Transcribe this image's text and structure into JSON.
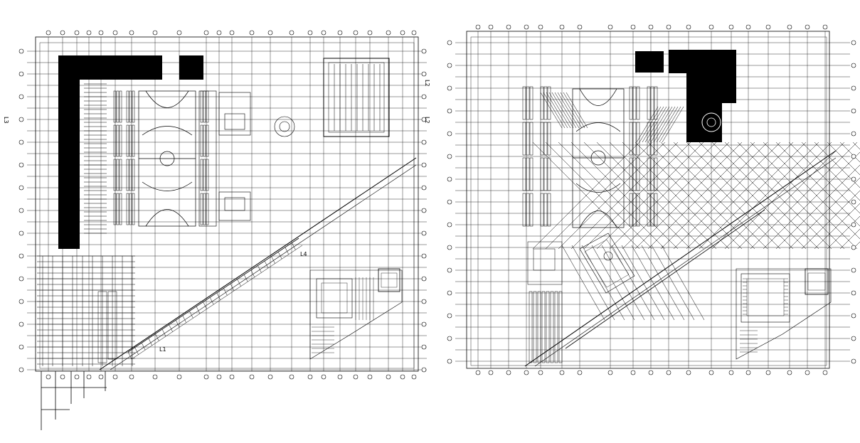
{
  "drawing": {
    "left_plan": {
      "labels": [
        "L1",
        "L4",
        "L2",
        "L2",
        "L3"
      ]
    },
    "right_plan": {
      "labels": []
    },
    "colors": {
      "line": "#000000",
      "background": "#ffffff"
    }
  }
}
